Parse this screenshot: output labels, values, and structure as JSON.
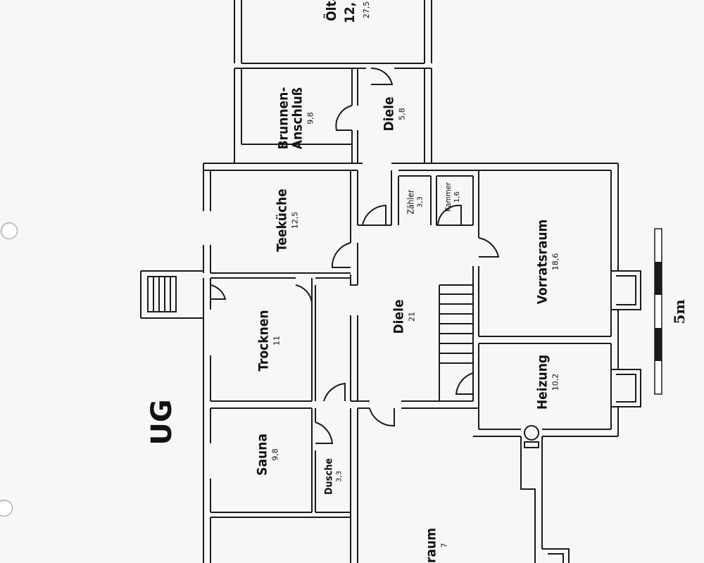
{
  "plan": {
    "level_label": "UG",
    "scale_label": "5m",
    "colors": {
      "ink": "#1a1a1a",
      "paper": "#f7f7f5"
    },
    "rooms": [
      {
        "id": "oeltank",
        "name": "Ölta",
        "area": "12,",
        "extra": "27,5"
      },
      {
        "id": "brunnen",
        "name": "Brunnen-\nAnschluß",
        "area": "9,8"
      },
      {
        "id": "diele-top",
        "name": "Diele",
        "area": "5,8"
      },
      {
        "id": "teekueche",
        "name": "Teeküche",
        "area": "12,5"
      },
      {
        "id": "zaehler",
        "name": "Zähler",
        "area": "3,3"
      },
      {
        "id": "kammer",
        "name": "Kammer",
        "area": "1,6"
      },
      {
        "id": "vorratsraum",
        "name": "Vorratsraum",
        "area": "18,6"
      },
      {
        "id": "diele-main",
        "name": "Diele",
        "area": "21"
      },
      {
        "id": "trocknen",
        "name": "Trocknen",
        "area": "11"
      },
      {
        "id": "heizung",
        "name": "Heizung",
        "area": "10,2"
      },
      {
        "id": "sauna",
        "name": "Sauna",
        "area": "9,8"
      },
      {
        "id": "dusche",
        "name": "Dusche",
        "area": "3,3"
      },
      {
        "id": "raum-bottom",
        "name": "raum",
        "area": "7"
      }
    ]
  }
}
